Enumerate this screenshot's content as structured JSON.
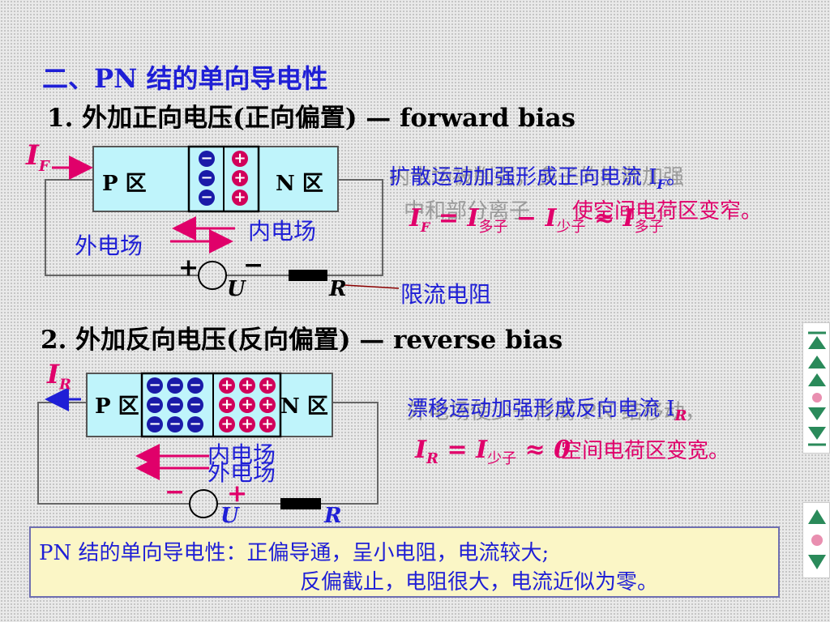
{
  "title": "二、PN 结的单向导电性",
  "sec1": {
    "heading": "1. 外加正向电压(正向偏置) — forward   bias",
    "current_label": "I",
    "current_sub": "F",
    "p_zone": "P 区",
    "n_zone": "N 区",
    "outer_field": "外电场",
    "inner_field": "内电场",
    "plus": "+",
    "minus": "−",
    "u_label": "U",
    "r_label": "R",
    "resistor_note": "限流电阻",
    "ghost_line1": "内电场被削弱，多子的扩散加强",
    "ghost_line2": "中和部分离子",
    "statement": "扩散运动加强形成正向电流 I",
    "statement_sub": "F",
    "statement_end": "。",
    "narrow": "使空间电荷区变窄。",
    "formula": "I",
    "formula_sub1": "F",
    "formula_mid1": " = I",
    "formula_sub2": "多子",
    "formula_mid2": " − I",
    "formula_sub3": "少子",
    "formula_mid3": " ≈ I",
    "formula_sub4": "多子"
  },
  "sec2": {
    "heading": "2. 外加反向电压(反向偏置)  — reverse bias",
    "current_label": "I",
    "current_sub": "R",
    "p_zone": "P 区",
    "n_zone": "N 区",
    "inner_field": "内电场",
    "outer_field": "外电场",
    "minus": "−",
    "plus": "+",
    "u_label": "U",
    "r_label": "R",
    "ghost_line1": "外电场使少子背离 PN 结移动，",
    "statement": "漂移运动加强形成反向电流 I",
    "statement_sub": "R",
    "widen": "空间电荷区变宽。",
    "formula": "I",
    "formula_sub1": "R",
    "formula_mid1": " = I",
    "formula_sub2": "少子",
    "formula_mid2": " ≈ 0"
  },
  "summary": {
    "line1": "PN 结的单向导电性：正偏导通，呈小电阻，电流较大;",
    "line2": "反偏截止，电阻很大，电流近似为零。"
  },
  "colors": {
    "blue": "#1f1fd6",
    "magenta": "#e0006a",
    "region_fill": "#bff4fb",
    "summary_fill": "#fbf6c6"
  },
  "nav": {
    "icons": [
      "nav-first-icon",
      "nav-up-icon",
      "nav-prev-icon",
      "nav-home-icon",
      "nav-next-icon",
      "nav-down-icon"
    ]
  }
}
